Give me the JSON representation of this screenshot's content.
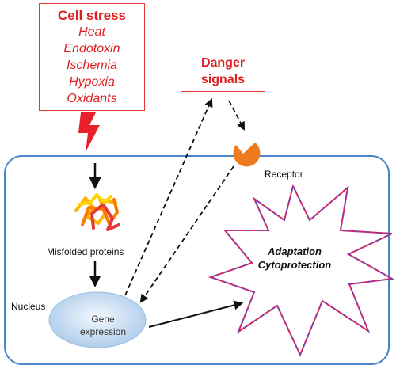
{
  "cell_stress": {
    "title": "Cell stress",
    "items": [
      "Heat",
      "Endotoxin",
      "Ischemia",
      "Hypoxia",
      "Oxidants"
    ]
  },
  "danger_signals": {
    "line1": "Danger",
    "line2": "signals"
  },
  "labels": {
    "receptor": "Receptor",
    "misfolded_proteins": "Misfolded proteins",
    "nucleus": "Nucleus",
    "gene_expression_line1": "Gene",
    "gene_expression_line2": "expression",
    "adaptation": "Adaptation",
    "cytoprotection": "Cytoprotection"
  },
  "colors": {
    "cell_border": "#4a86c8",
    "box_border": "#e53935",
    "stress_text": "#e02020",
    "lightning": "#e8202a",
    "receptor": "#ee7a1e",
    "nucleus_fill": "#c9ddf1",
    "star_purple": "#7b3fa6",
    "star_magenta": "#d02a6c",
    "arrow": "#111111"
  }
}
